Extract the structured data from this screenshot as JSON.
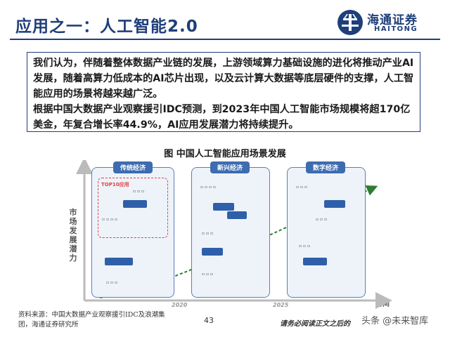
{
  "header": {
    "title": "应用之一：人工智能2.0",
    "logo_cn": "海通证券",
    "logo_en": "HAITONG"
  },
  "body_text": {
    "para1": "我们认为，伴随着整体数据产业链的发展，上游领域算力基础设施的进化将推动产业AI发展，随着高算力低成本的AI芯片出现，以及云计算大数据等底层硬件的支撑，人工智能应用的场景将越来越广泛。",
    "para2": "根据中国大数据产业观察援引IDC预测，到2023年中国人工智能市场规模将超170亿美金，年复合增长率44.9%，AI应用发展潜力将持续提升。"
  },
  "figure": {
    "title": "图 中国人工智能应用场景发展",
    "y_axis_label": "市场发展潜力",
    "x_axis_label": "时间",
    "years": [
      "2020",
      "2025"
    ],
    "panels": [
      {
        "label": "传统经济"
      },
      {
        "label": "新兴经济"
      },
      {
        "label": "数字经济"
      }
    ],
    "top10_label": "TOP10应用",
    "colors": {
      "panel_border": "#5a7fb5",
      "panel_fill": "#eef3fa",
      "tag": "#3d6cb0",
      "trend": "#2e7d32",
      "highlight": "#e04040"
    }
  },
  "footer": {
    "source_line1": "资料来源：中国大数据产业观察援引IDC及浪潮集",
    "source_line2": "团，海通证券研究所",
    "page_number": "43",
    "disclaimer": "请务必阅读正文之后的",
    "watermark": "头条 @未来智库"
  }
}
